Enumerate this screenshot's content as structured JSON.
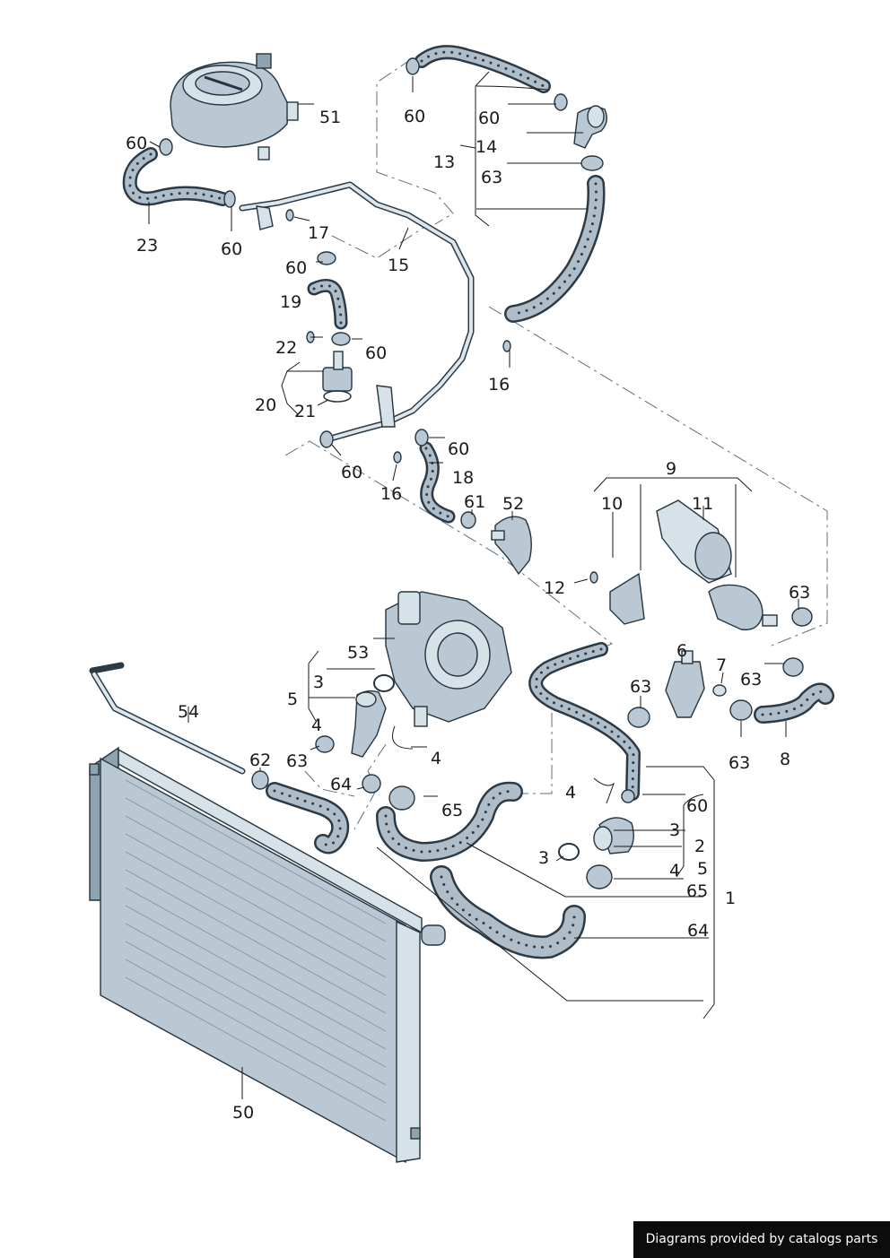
{
  "diagram": {
    "callouts": {
      "c1": "1",
      "c2": "2",
      "c3a": "3",
      "c3b": "3",
      "c3c": "3",
      "c4a": "4",
      "c4b": "4",
      "c4c": "4",
      "c4d": "4",
      "c5a": "5",
      "c5b": "5",
      "c6": "6",
      "c7": "7",
      "c8": "8",
      "c9": "9",
      "c10": "10",
      "c11": "11",
      "c12": "12",
      "c13": "13",
      "c14": "14",
      "c15": "15",
      "c16a": "16",
      "c16b": "16",
      "c17": "17",
      "c18": "18",
      "c19": "19",
      "c20": "20",
      "c21": "21",
      "c22": "22",
      "c23": "23",
      "c50": "50",
      "c51": "51",
      "c52": "52",
      "c53": "53",
      "c54": "54",
      "c60a": "60",
      "c60b": "60",
      "c60c": "60",
      "c60d": "60",
      "c60e": "60",
      "c60f": "60",
      "c60g": "60",
      "c60h": "60",
      "c60i": "60",
      "c61": "61",
      "c62": "62",
      "c63a": "63",
      "c63b": "63",
      "c63c": "63",
      "c63d": "63",
      "c63e": "63",
      "c63f": "63",
      "c64a": "64",
      "c64b": "64",
      "c65a": "65",
      "c65b": "65"
    },
    "colors": {
      "ink": "#25343f",
      "metal": "#b9c8d3",
      "metal_light": "#d6e1e8",
      "leader": "#1a1a1a",
      "dash": "#5e6f7e"
    }
  },
  "footer": {
    "text": "Diagrams provided by catalogs parts"
  }
}
